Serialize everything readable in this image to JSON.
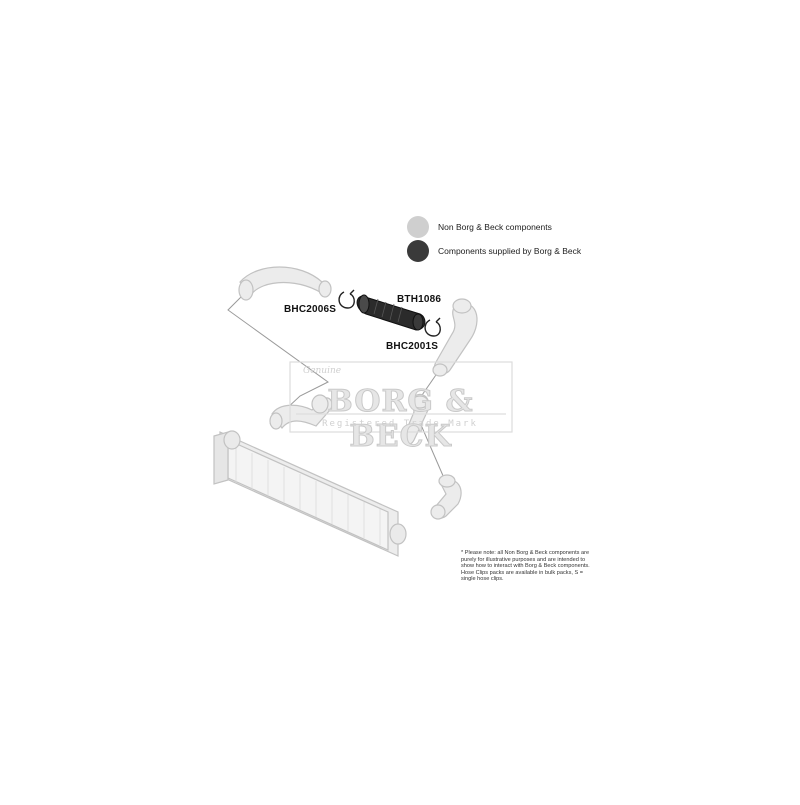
{
  "legend": {
    "non_bb": {
      "label": "Non Borg & Beck components",
      "color": "#cfcfcf"
    },
    "bb": {
      "label": "Components supplied by Borg & Beck",
      "color": "#3a3a3a"
    }
  },
  "parts": {
    "hose": "BTH1086",
    "clip_left": "BHC2006S",
    "clip_right": "BHC2001S"
  },
  "watermark": {
    "logo": "BORG & BECK",
    "sub": "Registered Trade Mark",
    "script": "Genuine"
  },
  "note": "* Please note: all Non Borg & Beck components are purely for illustrative purposes and are intended to show how to interact with Borg & Beck components. Hose Clips packs are available in bulk packs, S = single hose clips.",
  "colors": {
    "grey_part": "#e8e8e8",
    "grey_stroke": "#c4c4c4",
    "dark_part": "#2b2b2b"
  }
}
